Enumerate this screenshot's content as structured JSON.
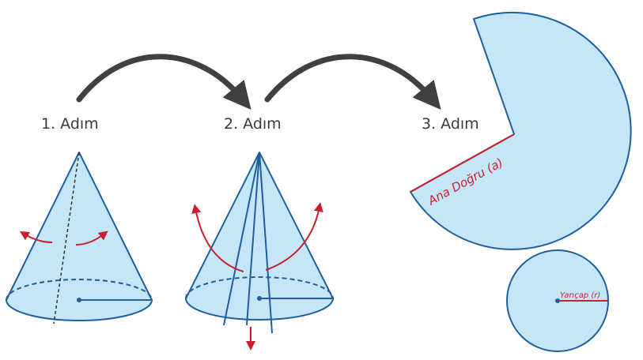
{
  "steps": [
    {
      "label": "1. Adım"
    },
    {
      "label": "2. Adım"
    },
    {
      "label": "3. Adım"
    }
  ],
  "net": {
    "slant_label": "Ana Doğru (a)",
    "radius_label": "Yarıçap (r)"
  },
  "colors": {
    "fill": "#c5e6f7",
    "stroke": "#1f5fa0",
    "accent": "#c8202f",
    "arrow": "#404040",
    "text": "#3a3a3a"
  }
}
